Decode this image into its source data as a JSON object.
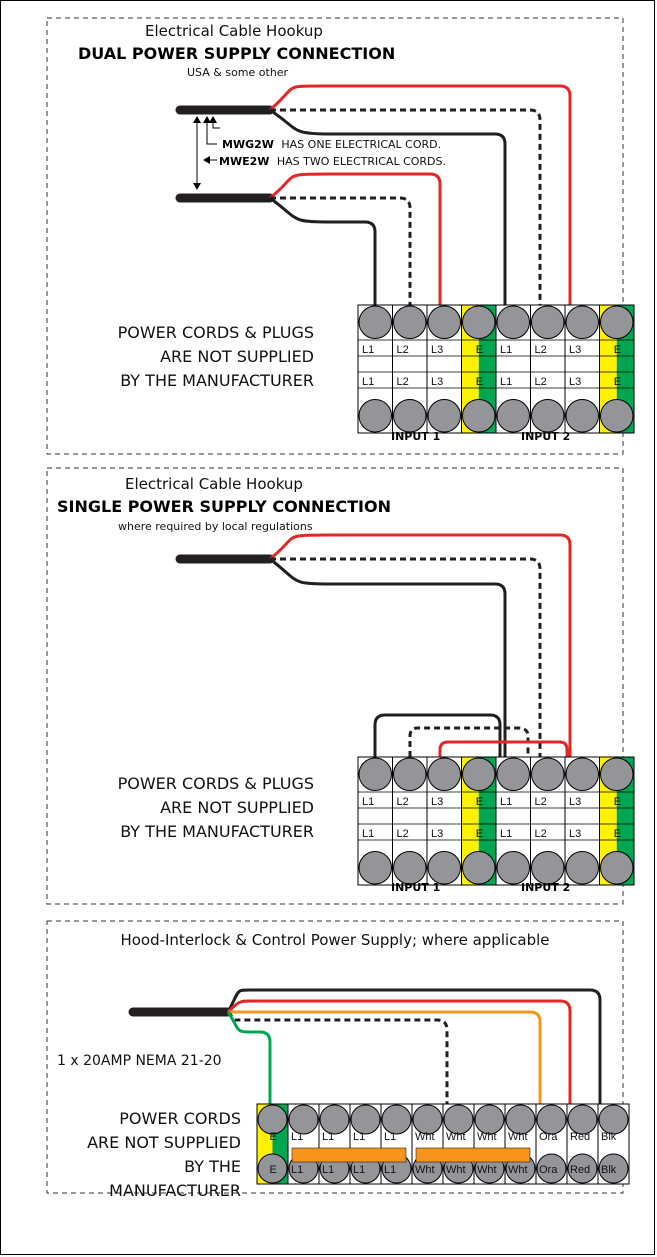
{
  "panel1": {
    "heading": "Electrical Cable Hookup",
    "title": "DUAL POWER SUPPLY CONNECTION",
    "subtitle": "USA & some other",
    "note1_model": "MWG2W",
    "note1_text": "HAS ONE ELECTRICAL CORD.",
    "note2_model": "MWE2W",
    "note2_text": "HAS TWO ELECTRICAL CORDS.",
    "warning_lines": [
      "POWER CORDS & PLUGS",
      "ARE NOT SUPPLIED",
      "BY THE MANUFACTURER"
    ],
    "terminal_labels": [
      "L1",
      "L2",
      "L3",
      "E",
      "L1",
      "L2",
      "L3",
      "E"
    ],
    "input1": "INPUT 1",
    "input2": "INPUT 2"
  },
  "panel2": {
    "heading": "Electrical Cable Hookup",
    "title": "SINGLE POWER SUPPLY CONNECTION",
    "subtitle": "where required by local regulations",
    "warning_lines": [
      "POWER CORDS & PLUGS",
      "ARE NOT SUPPLIED",
      "BY THE MANUFACTURER"
    ],
    "terminal_labels": [
      "L1",
      "L2",
      "L3",
      "E",
      "L1",
      "L2",
      "L3",
      "E"
    ],
    "input1": "INPUT 1",
    "input2": "INPUT 2"
  },
  "panel3": {
    "heading": "Hood-Interlock & Control Power Supply; where applicable",
    "cord_note": "1 x 20AMP NEMA 21-20",
    "warning_lines": [
      "POWER CORDS",
      "ARE NOT SUPPLIED",
      "BY THE",
      "MANUFACTURER"
    ],
    "terminal_labels": [
      "E",
      "L1",
      "L1",
      "L1",
      "L1",
      "Wht",
      "Wht",
      "Wht",
      "Wht",
      "Ora",
      "Red",
      "Blk"
    ]
  },
  "colors": {
    "red": "#e32726",
    "black": "#231f20",
    "orange": "#f7941d",
    "green": "#00a651",
    "yellow": "#fff200",
    "terminal_gray": "#939598",
    "bridge_orange": "#f7941d"
  }
}
